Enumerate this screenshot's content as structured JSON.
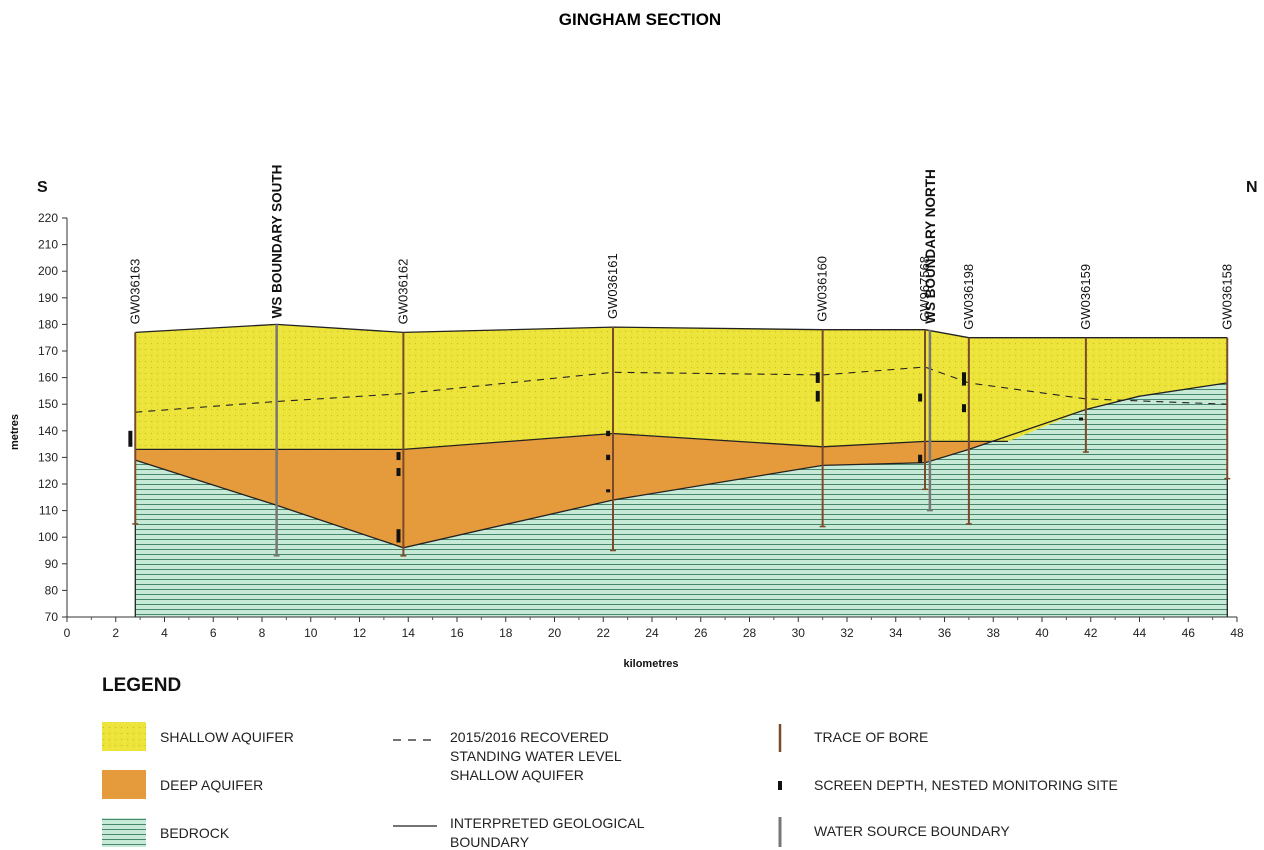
{
  "chart_data": {
    "type": "cross-section",
    "title": "GINGHAM SECTION",
    "xlabel": "kilometres",
    "ylabel": "metres",
    "xlim": [
      0,
      48
    ],
    "ylim": [
      70,
      220
    ],
    "xticks": [
      0,
      2,
      4,
      6,
      8,
      10,
      12,
      14,
      16,
      18,
      20,
      22,
      24,
      26,
      28,
      30,
      32,
      34,
      36,
      38,
      40,
      42,
      44,
      46,
      48
    ],
    "yticks": [
      70,
      80,
      90,
      100,
      110,
      120,
      130,
      140,
      150,
      160,
      170,
      180,
      190,
      200,
      210,
      220
    ],
    "compass_left": "S",
    "compass_right": "N",
    "section_right_km": 47.6,
    "surface": [
      [
        2.8,
        177
      ],
      [
        8.6,
        180
      ],
      [
        13.8,
        177
      ],
      [
        22.4,
        179
      ],
      [
        31.0,
        178
      ],
      [
        35.2,
        178
      ],
      [
        37.0,
        175
      ],
      [
        47.6,
        175
      ]
    ],
    "shallow_base": [
      [
        2.8,
        133
      ],
      [
        13.8,
        133
      ],
      [
        22.4,
        139
      ],
      [
        31.0,
        134
      ],
      [
        35.2,
        136
      ],
      [
        37.0,
        136
      ],
      [
        38.6,
        136
      ]
    ],
    "bedrock_top": [
      [
        2.8,
        129
      ],
      [
        8.6,
        112
      ],
      [
        13.8,
        96
      ],
      [
        22.4,
        114
      ],
      [
        31.0,
        127
      ],
      [
        35.2,
        128
      ],
      [
        37.0,
        133
      ],
      [
        41.8,
        148
      ],
      [
        44.0,
        153
      ],
      [
        47.6,
        158
      ]
    ],
    "water_level": [
      [
        2.8,
        147
      ],
      [
        8.6,
        151
      ],
      [
        13.8,
        154
      ],
      [
        22.4,
        162
      ],
      [
        31.0,
        161
      ],
      [
        35.2,
        164
      ],
      [
        37.0,
        158
      ],
      [
        41.8,
        152
      ],
      [
        47.6,
        150
      ]
    ],
    "bores": [
      {
        "name": "GW036163",
        "x": 2.8,
        "top": 177,
        "bottom": 105
      },
      {
        "name": "GW036162",
        "x": 13.8,
        "top": 177,
        "bottom": 93
      },
      {
        "name": "GW036161",
        "x": 22.4,
        "top": 179,
        "bottom": 95
      },
      {
        "name": "GW036160",
        "x": 31.0,
        "top": 178,
        "bottom": 104
      },
      {
        "name": "GW967568",
        "x": 35.2,
        "top": 178,
        "bottom": 118
      },
      {
        "name": "GW036198",
        "x": 37.0,
        "top": 175,
        "bottom": 105
      },
      {
        "name": "GW036159",
        "x": 41.8,
        "top": 175,
        "bottom": 132
      },
      {
        "name": "GW036158",
        "x": 47.6,
        "top": 175,
        "bottom": 122
      }
    ],
    "boundaries": [
      {
        "name": "WS BOUNDARY SOUTH",
        "x": 8.6,
        "top": 180,
        "bottom": 93
      },
      {
        "name": "WS BOUNDARY NORTH",
        "x": 35.4,
        "top": 178,
        "bottom": 110
      }
    ],
    "screens": [
      {
        "x": 2.6,
        "from": 134,
        "to": 140
      },
      {
        "x": 13.6,
        "from": 103,
        "to": 98
      },
      {
        "x": 13.6,
        "from": 126,
        "to": 123
      },
      {
        "x": 13.6,
        "from": 132,
        "to": 129
      },
      {
        "x": 22.2,
        "from": 140,
        "to": 138
      },
      {
        "x": 22.2,
        "from": 131,
        "to": 129
      },
      {
        "x": 22.2,
        "from": 118,
        "to": 117
      },
      {
        "x": 30.8,
        "from": 162,
        "to": 158
      },
      {
        "x": 30.8,
        "from": 155,
        "to": 151
      },
      {
        "x": 35.0,
        "from": 154,
        "to": 151
      },
      {
        "x": 35.0,
        "from": 131,
        "to": 128
      },
      {
        "x": 36.8,
        "from": 162,
        "to": 157
      },
      {
        "x": 36.8,
        "from": 150,
        "to": 147
      },
      {
        "x": 41.6,
        "from": 145,
        "to": 144
      }
    ],
    "units": [
      {
        "name": "SHALLOW AQUIFER",
        "color": "#ede43a"
      },
      {
        "name": "DEEP AQUIFER",
        "color": "#e59a3c"
      },
      {
        "name": "BEDROCK",
        "color": "#c6ead6",
        "line_color": "#3b7b63"
      }
    ],
    "colors": {
      "bore": "#7a4a2a",
      "boundary": "#777777",
      "screen": "#111111",
      "outline": "#222222"
    }
  },
  "legend": {
    "title": "LEGEND",
    "shallow": "SHALLOW AQUIFER",
    "deep": "DEEP AQUIFER",
    "bedrock": "BEDROCK",
    "water_level_lines": [
      "2015/2016 RECOVERED",
      "STANDING WATER LEVEL",
      "SHALLOW AQUIFER"
    ],
    "geo_boundary_lines": [
      "INTERPRETED GEOLOGICAL",
      "BOUNDARY"
    ],
    "bore_trace": "TRACE OF BORE",
    "screen_depth": "SCREEN DEPTH, NESTED MONITORING SITE",
    "ws_boundary": "WATER SOURCE BOUNDARY"
  }
}
